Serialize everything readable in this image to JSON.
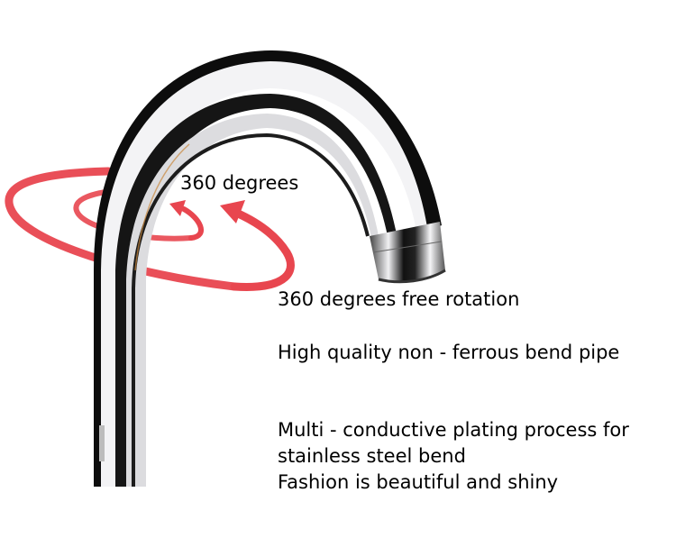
{
  "product": {
    "subject": "chrome faucet spout (gooseneck bend pipe)",
    "rotation_label": "360 degrees",
    "features": [
      "360 degrees free rotation",
      "High quality non - ferrous bend pipe",
      "Multi - conductive plating process for",
      "stainless steel bend",
      "Fashion is beautiful and shiny"
    ]
  },
  "colors": {
    "background": "#ffffff",
    "rotation_arrow": "#e8464f",
    "chrome_dark": "#111111",
    "chrome_light": "#e9e9ec",
    "text": "#000000"
  }
}
